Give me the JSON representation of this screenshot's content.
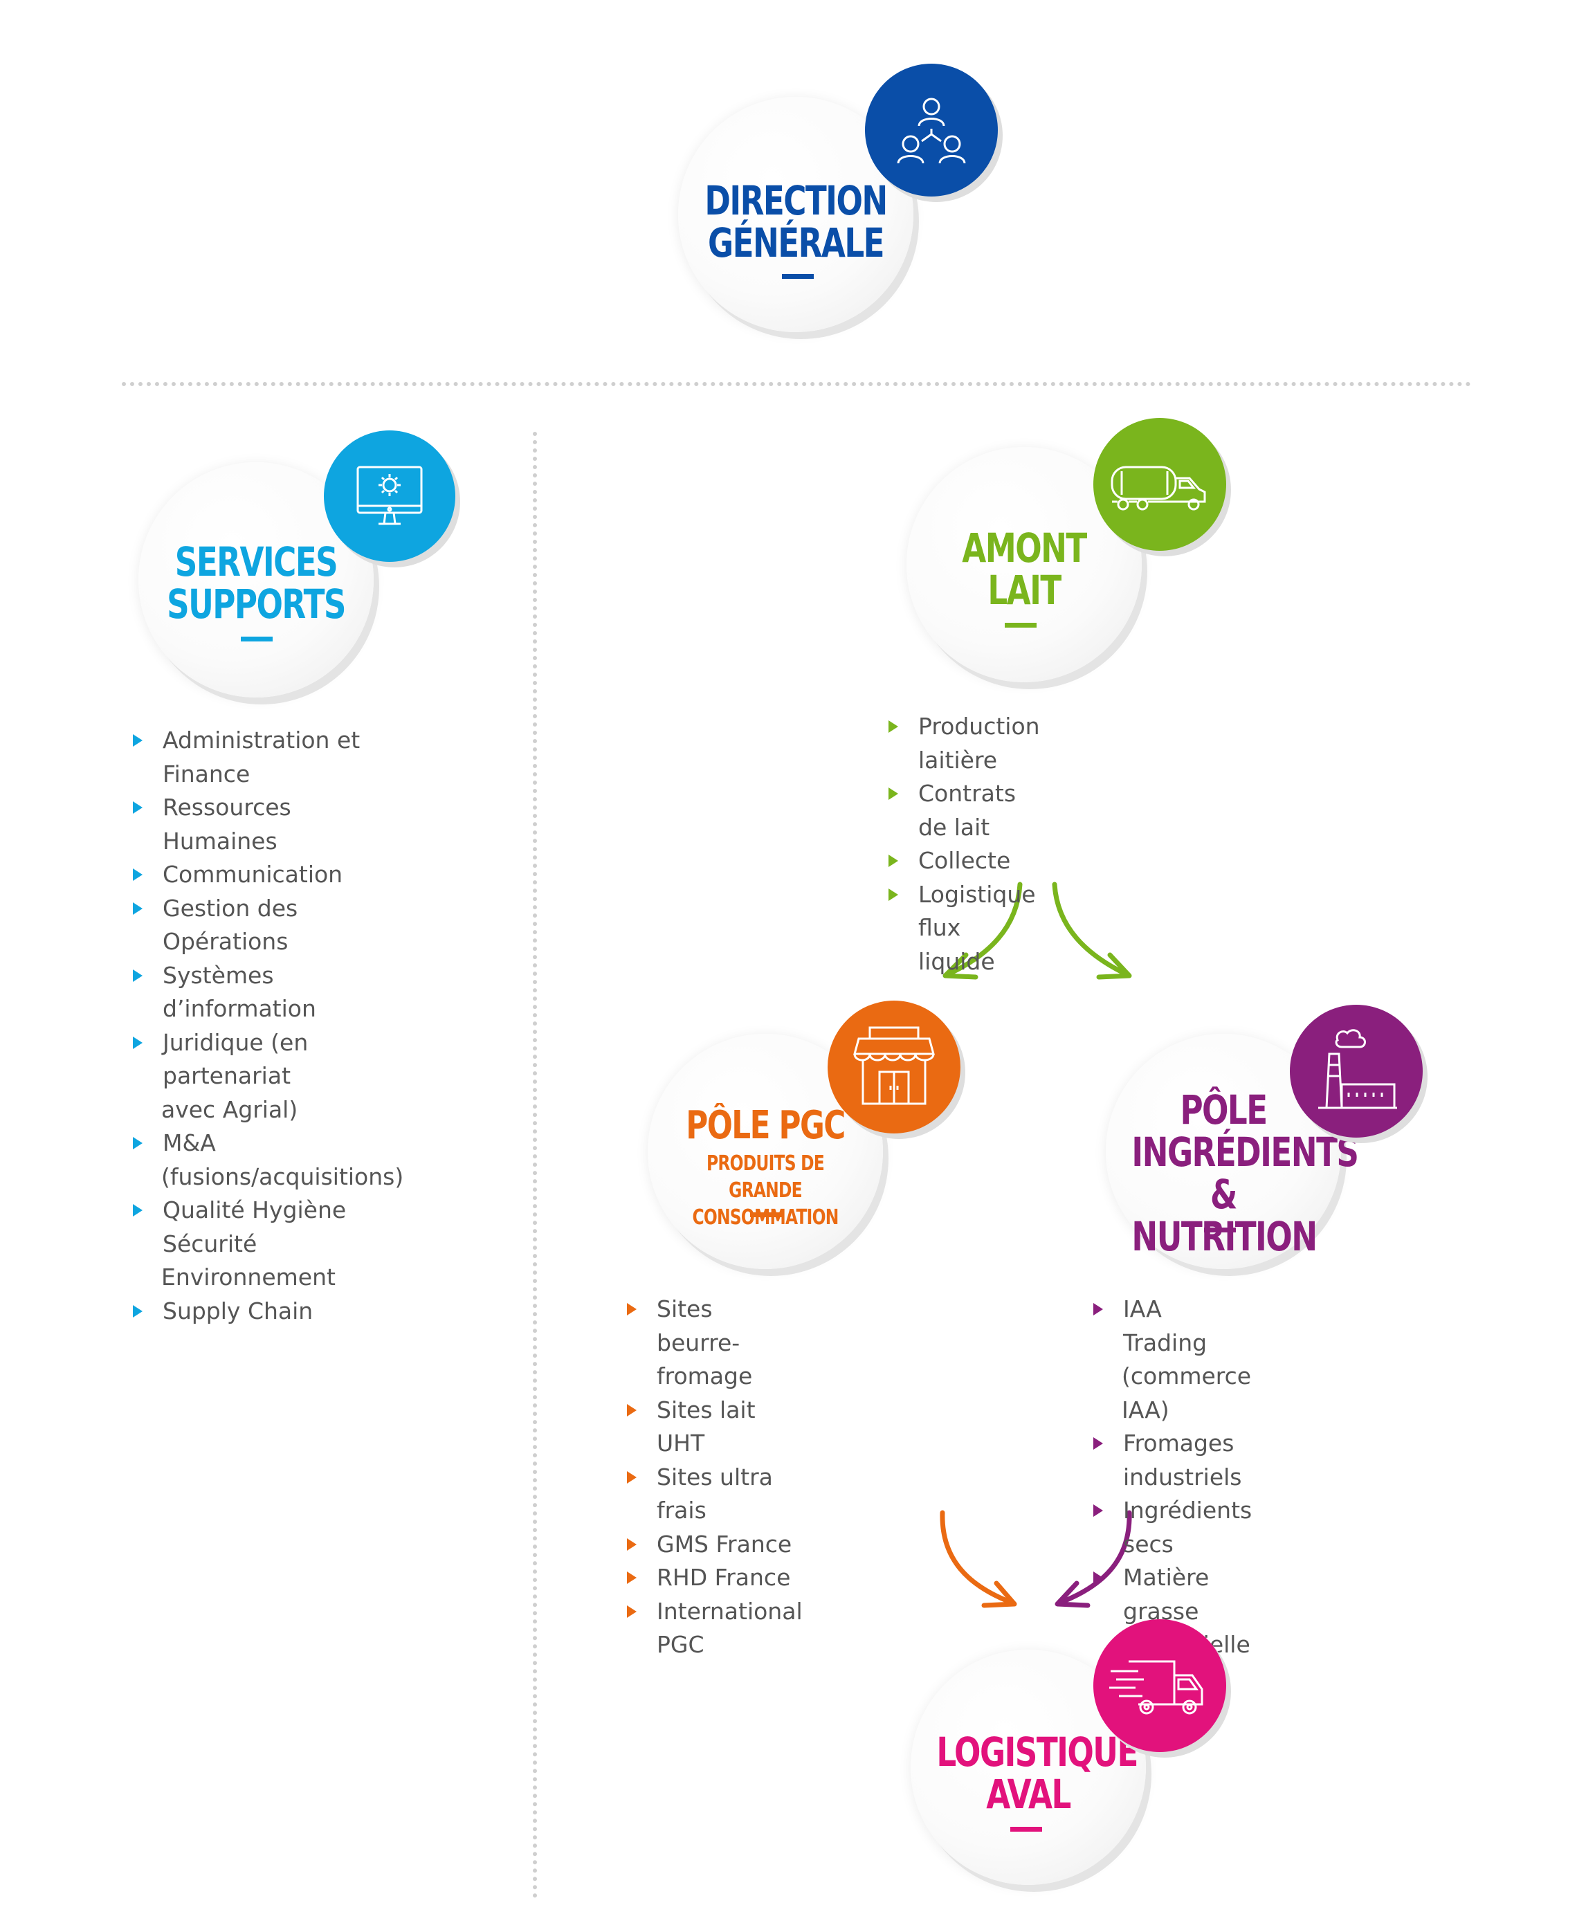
{
  "colors": {
    "direction": "#0a4ea8",
    "services": "#0ea5e0",
    "amont": "#7ab51d",
    "pgc": "#ea6a12",
    "ingredients": "#8a1f7d",
    "logistique": "#e2127c",
    "text": "#555555",
    "dots": "#cfcfcf"
  },
  "direction": {
    "icon": "people-network-icon",
    "title_line1": "DIRECTION",
    "title_line2": "GÉNÉRALE"
  },
  "services": {
    "icon": "computer-gear-icon",
    "title_line1": "SERVICES",
    "title_line2": "SUPPORTS",
    "items": [
      "Administration et Finance",
      "Ressources Humaines",
      "Communication",
      "Gestion des Opérations",
      "Systèmes d’information",
      "Juridique (en partenariat",
      "avec Agrial)",
      "M&A",
      "(fusions/acquisitions)",
      "Qualité Hygiène Sécurité",
      "Environnement",
      "Supply Chain"
    ]
  },
  "amont": {
    "icon": "milk-tanker-truck-icon",
    "title_line1": "AMONT",
    "title_line2": "LAIT",
    "items": [
      "Production laitière",
      "Contrats de lait",
      "Collecte",
      "Logistique flux liquide"
    ]
  },
  "pgc": {
    "icon": "shop-front-icon",
    "title": "PÔLE PGC",
    "subtitle_line1": "PRODUITS DE GRANDE",
    "subtitle_line2": "CONSOMMATION",
    "items": [
      "Sites beurre-fromage",
      "Sites lait UHT",
      "Sites ultra frais",
      "GMS France",
      "RHD France",
      "International PGC"
    ]
  },
  "ingredients": {
    "icon": "factory-icon",
    "title_line1": "PÔLE",
    "title_line2": "INGRÉDIENTS",
    "title_line3": "& NUTRITION",
    "items": [
      "IAA Trading",
      "(commerce IAA)",
      "Fromages industriels",
      "Ingrédients secs",
      "Matière grasse industrielle"
    ]
  },
  "logistique": {
    "icon": "delivery-truck-icon",
    "title_line1": "LOGISTIQUE",
    "title_line2": "AVAL"
  }
}
